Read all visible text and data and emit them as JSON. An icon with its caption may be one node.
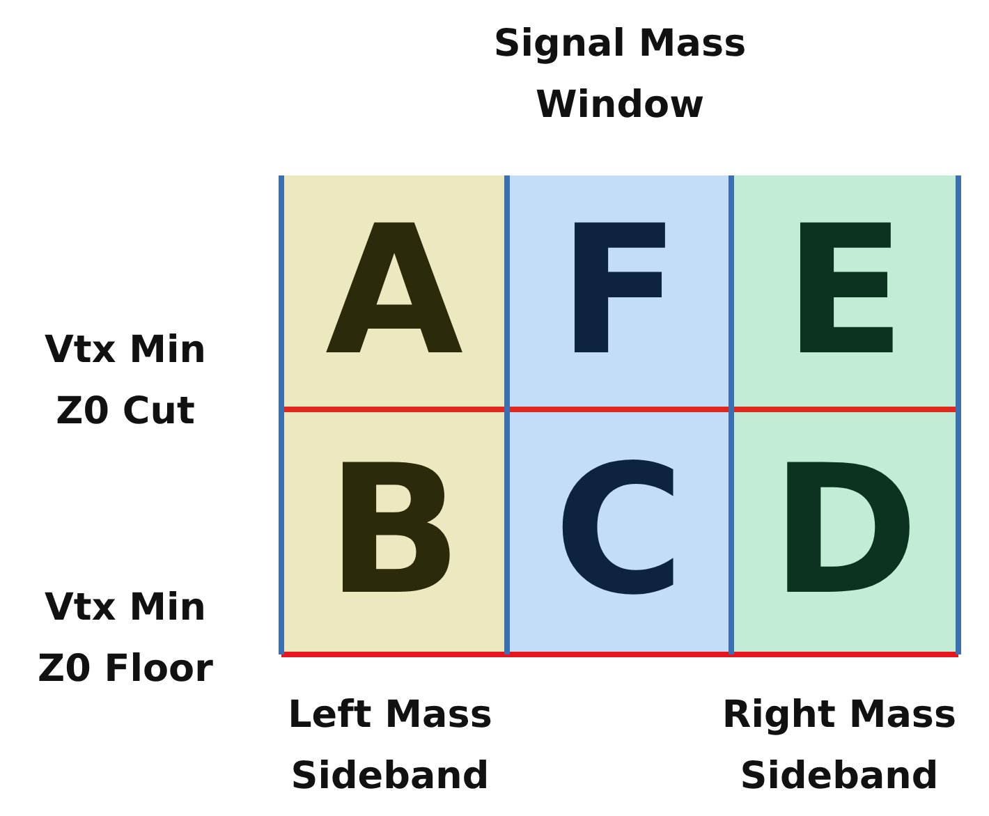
{
  "diagram": {
    "nodes": [
      {
        "text": [
          "A"
        ]
      },
      {
        "text": [
          "F"
        ]
      },
      {
        "text": [
          "E"
        ]
      },
      {
        "text": [
          "B"
        ]
      },
      {
        "text": [
          "C"
        ]
      },
      {
        "text": [
          "D"
        ]
      }
    ],
    "labels": [
      "Signal Mass Window",
      "Vtx Min Z0 Cut",
      "Vtx Min Z0 Floor",
      "Left Mass Sideband",
      "Right Mass Sideband"
    ]
  }
}
